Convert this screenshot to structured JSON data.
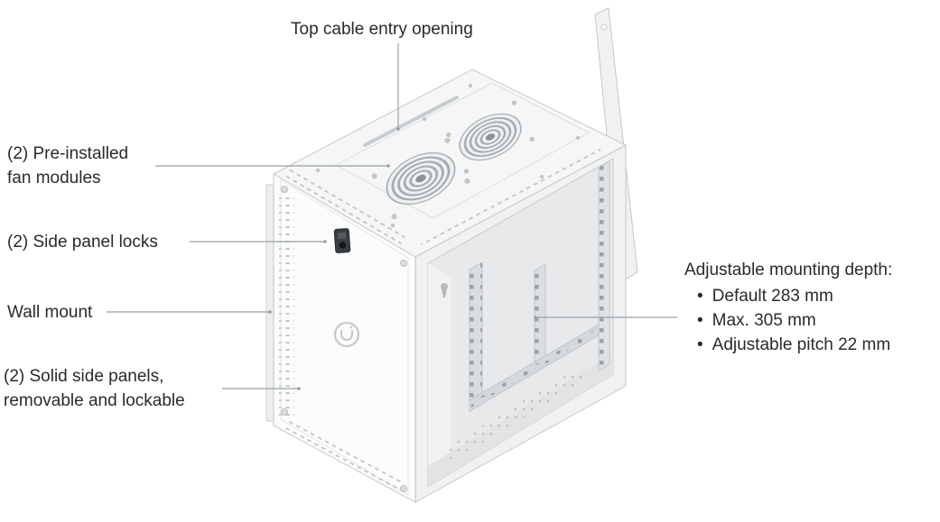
{
  "colors": {
    "background": "#ffffff",
    "text": "#2a2a2a",
    "leader_line": "#9aa0a2",
    "cabinet_body": "#f5f6f7",
    "cabinet_interior": "#e7e9eb"
  },
  "callouts": {
    "top_cable_entry": {
      "text": "Top cable entry opening"
    },
    "fan_modules": {
      "line1": "(2) Pre-installed",
      "line2": "fan modules"
    },
    "side_panel_locks": {
      "text": "(2) Side panel locks"
    },
    "wall_mount": {
      "text": "Wall mount"
    },
    "side_panels": {
      "line1": "(2) Solid side panels,",
      "line2": "removable and lockable"
    },
    "mounting_depth": {
      "title": "Adjustable mounting depth:",
      "bullet": "•",
      "items": [
        "Default 283 mm",
        "Max. 305 mm",
        "Adjustable pitch 22 mm"
      ]
    }
  }
}
